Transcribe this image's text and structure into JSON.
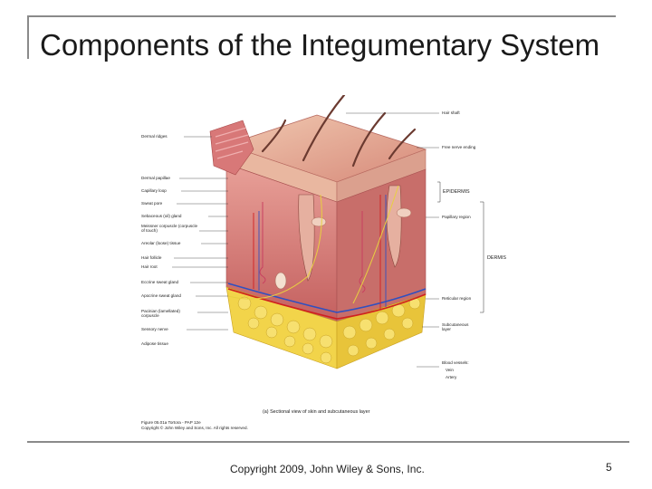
{
  "slide": {
    "title": "Components of the Integumentary System",
    "footer": "Copyright 2009, John Wiley & Sons, Inc.",
    "page_number": "5"
  },
  "figure": {
    "left_labels": [
      "Dermal ridges",
      "Dermal papillae",
      "Capillary loop",
      "Sweat pore",
      "Sebaceous (oil) gland",
      "Meissner corpuscle (corpuscle of touch)",
      "Areolar (loose) tissue",
      "Hair follicle",
      "Hair root",
      "Eccrine sweat gland",
      "Apocrine sweat gland",
      "Pacinian (lamellated) corpuscle",
      "Sensory nerve",
      "Adipose tissue"
    ],
    "right_labels": [
      "Hair shaft",
      "Free nerve ending",
      "Papillary region",
      "Reticular region",
      "Subcutaneous layer",
      "Blood vessels:",
      "Vein",
      "Artery"
    ],
    "bracket_labels": [
      "EPIDERMIS",
      "DERMIS"
    ],
    "caption": "(a) Sectional view of skin and subcutaneous layer",
    "credit_line1": "Figure 05.01a Tortora - PAP 12e",
    "credit_line2": "Copyright © John Wiley and Sons, Inc. All rights reserved."
  }
}
